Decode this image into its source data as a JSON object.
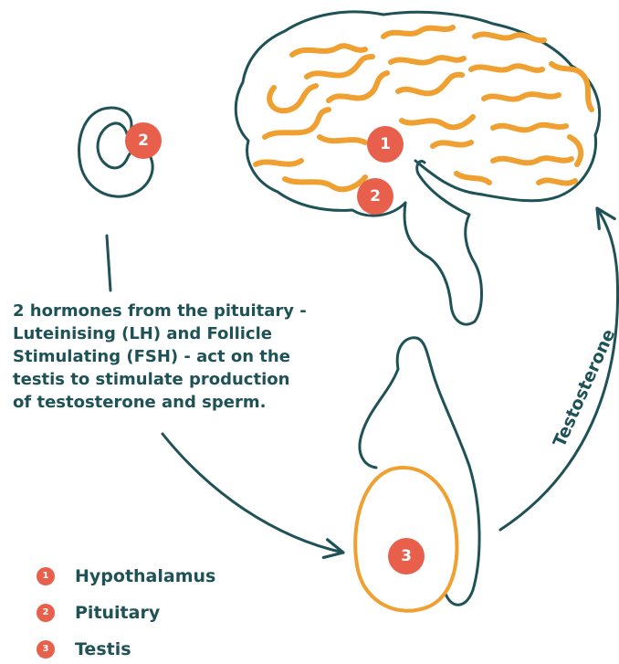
{
  "colors": {
    "outline": "#1e5256",
    "gyri": "#f0a030",
    "badge": "#e8604c",
    "text": "#1e5256"
  },
  "caption_lines": [
    "2 hormones from the pituitary -",
    "Luteinising (LH) and Follicle",
    "Stimulating (FSH) - act on the",
    "testis to stimulate production",
    "of testosterone and sperm."
  ],
  "arrow_label": "Testosterone",
  "badges": {
    "hypothalamus": "1",
    "pituitary_brain": "2",
    "pituitary_detail": "2",
    "testis": "3"
  },
  "legend": [
    {
      "number": "1",
      "label": "Hypothalamus"
    },
    {
      "number": "2",
      "label": "Pituitary"
    },
    {
      "number": "3",
      "label": "Testis"
    }
  ]
}
